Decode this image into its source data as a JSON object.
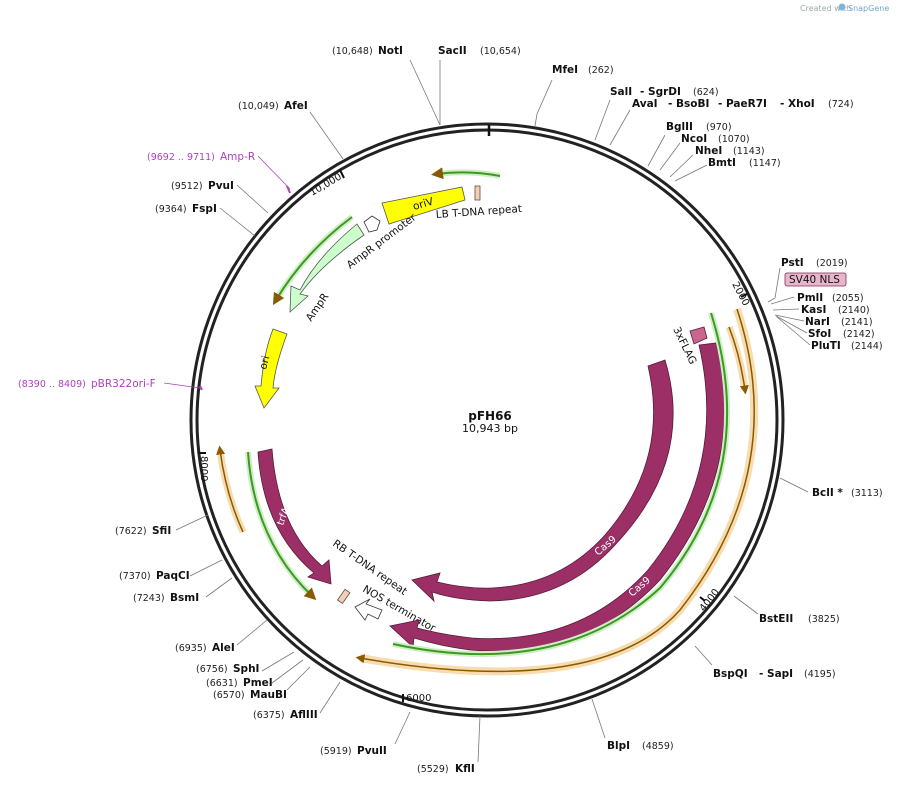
{
  "credit": {
    "prefix": "Created with",
    "brand": "SnapGene"
  },
  "plasmid": {
    "name": "pFH66",
    "length": "10,943 bp"
  },
  "ticks": [
    "2000",
    "4000",
    "6000",
    "8000",
    "10,000"
  ],
  "sites": {
    "notI": {
      "name": "NotI",
      "pos": "(10,648)"
    },
    "sacII": {
      "name": "SacII",
      "pos": "(10,654)"
    },
    "mfeI": {
      "name": "MfeI",
      "pos": "(262)"
    },
    "salI": {
      "name": "SalI",
      "pos": "(624)",
      "extra": "- SgrDI"
    },
    "avaI": {
      "name": "AvaI",
      "extra1": "- BsoBI",
      "extra2": "- PaeR7I",
      "extra3": "- XhoI",
      "pos": "(724)"
    },
    "bglII": {
      "name": "BglII",
      "pos": "(970)"
    },
    "ncoI": {
      "name": "NcoI",
      "pos": "(1070)"
    },
    "nheI": {
      "name": "NheI",
      "pos": "(1143)"
    },
    "bmtI": {
      "name": "BmtI",
      "pos": "(1147)"
    },
    "pstI": {
      "name": "PstI",
      "pos": "(2019)"
    },
    "pmlI": {
      "name": "PmlI",
      "pos": "(2055)"
    },
    "kasI": {
      "name": "KasI",
      "pos": "(2140)"
    },
    "narI": {
      "name": "NarI",
      "pos": "(2141)"
    },
    "sfoI": {
      "name": "SfoI",
      "pos": "(2142)"
    },
    "pluTI": {
      "name": "PluTI",
      "pos": "(2144)"
    },
    "bclI": {
      "name": "BclI *",
      "pos": "(3113)"
    },
    "bstEII": {
      "name": "BstEII",
      "pos": "(3825)"
    },
    "bspQI": {
      "name": "BspQI",
      "extra": "- SapI",
      "pos": "(4195)"
    },
    "blpI": {
      "name": "BlpI",
      "pos": "(4859)"
    },
    "kflI": {
      "name": "KflI",
      "pos": "(5529)"
    },
    "pvuII": {
      "name": "PvuII",
      "pos": "(5919)"
    },
    "aflIII": {
      "name": "AflIII",
      "pos": "(6375)"
    },
    "mauBI": {
      "name": "MauBI",
      "pos": "(6570)"
    },
    "pmeI": {
      "name": "PmeI",
      "pos": "(6631)"
    },
    "sphI": {
      "name": "SphI",
      "pos": "(6756)"
    },
    "aleI": {
      "name": "AleI",
      "pos": "(6935)"
    },
    "bsmI": {
      "name": "BsmI",
      "pos": "(7243)"
    },
    "paqCI": {
      "name": "PaqCI",
      "pos": "(7370)"
    },
    "sfiI": {
      "name": "SfiI",
      "pos": "(7622)"
    },
    "fspI": {
      "name": "FspI",
      "pos": "(9364)"
    },
    "pvuI": {
      "name": "PvuI",
      "pos": "(9512)"
    },
    "afeI": {
      "name": "AfeI",
      "pos": "(10,049)"
    }
  },
  "primers": {
    "ampR": {
      "name": "Amp-R",
      "pos": "(9692 .. 9711)"
    },
    "pbr": {
      "name": "pBR322ori-F",
      "pos": "(8390 .. 8409)"
    }
  },
  "features": {
    "oriV": "oriV",
    "lb": "LB T-DNA repeat",
    "ampPromoter": "AmpR promoter",
    "ampR": "AmpR",
    "ori": "ori",
    "trfA": "trfA",
    "rb": "RB T-DNA repeat",
    "nos": "NOS terminator",
    "cas9Inner": "Cas9",
    "cas9Outer": "Cas9",
    "flag": "3xFLAG",
    "sv40": "SV40 NLS"
  },
  "colors": {
    "backbone": "#222222",
    "cas9": "#9b2f66",
    "ori": "#ffff00",
    "ampR": "#ccffcc",
    "primer": "#b040c0",
    "orf_green": "#3c9a1e",
    "orf_orange": "#e8a040"
  }
}
